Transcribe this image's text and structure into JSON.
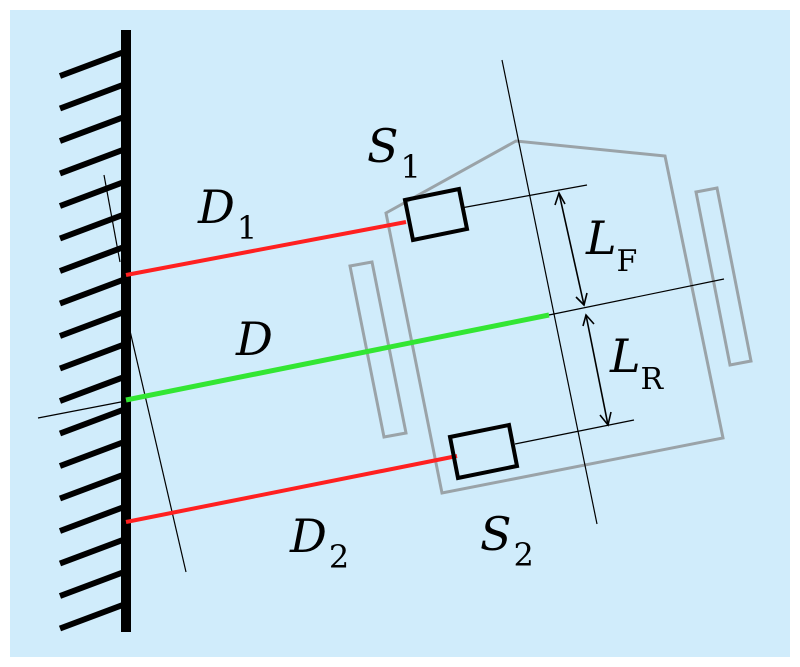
{
  "colors": {
    "background": "#d0ecfb",
    "frame": "#ffffff",
    "wall": "#000000",
    "sensor_beam": "#ff2020",
    "center_beam": "#33e633",
    "robot_outline": "#9aa3a8",
    "construction_line": "#000000"
  },
  "labels": {
    "D1": {
      "main": "D",
      "sub": "1"
    },
    "D": {
      "main": "D"
    },
    "D2": {
      "main": "D",
      "sub": "2"
    },
    "S1": {
      "main": "S",
      "sub": "1"
    },
    "S2": {
      "main": "S",
      "sub": "2"
    },
    "LF": {
      "main": "L",
      "sub": "F"
    },
    "LR": {
      "main": "L",
      "sub": "R"
    }
  }
}
